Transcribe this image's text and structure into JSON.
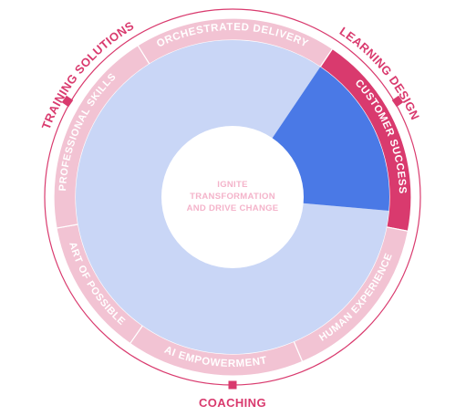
{
  "wheel": {
    "center_lines": [
      "IGNITE",
      "TRANSFORMATION",
      "AND DRIVE CHANGE"
    ],
    "ring_segments": [
      {
        "label": "ORCHESTRATED DELIVERY",
        "active": false
      },
      {
        "label": "CUSTOMER SUCCESS",
        "active": true
      },
      {
        "label": "HUMAN EXPERIENCE",
        "active": false
      },
      {
        "label": "AI EMPOWERMENT",
        "active": false
      },
      {
        "label": "ART OF POSSIBLE",
        "active": false
      },
      {
        "label": "PROFESSIONAL SKILLS",
        "active": false
      }
    ],
    "outer_labels": [
      "TRAINING SOLUTIONS",
      "LEARNING DESIGN",
      "COACHING"
    ]
  },
  "colors": {
    "ring": "#f2c3d3",
    "ring_active": "#d93a6e",
    "wedge": "#c9d6f6",
    "wedge_active": "#4a79e6",
    "center_text": "#f4b3ca",
    "outer_text": "#d93a6e",
    "outer_line": "#d93a6e",
    "hub": "#ffffff"
  }
}
